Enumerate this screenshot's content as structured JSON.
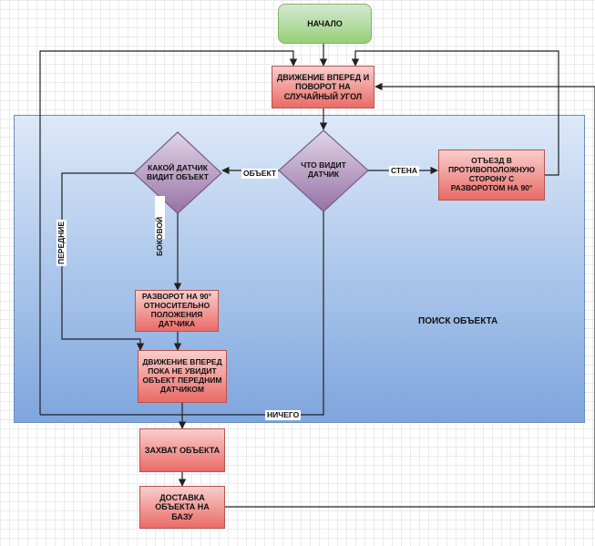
{
  "nodes": {
    "start": "НАЧАЛО",
    "move_forward_turn": "ДВИЖЕНИЕ ВПЕРЕД И ПОВОРОТ НА СЛУЧАЙНЫЙ УГОЛ",
    "what_sees": "ЧТО ВИДИТ ДАТЧИК",
    "which_sensor": "КАКОЙ ДАТЧИК ВИДИТ ОБЪЕКТ",
    "retreat": "ОТЪЕЗД В ПРОТИВОПОЛОЖНУЮ СТОРОНУ С РАЗВОРОТОМ НА 90°",
    "turn_90": "РАЗВОРОТ НА 90° ОТНОСИТЕЛЬНО ПОЛОЖЕНИЯ ДАТЧИКА",
    "move_until_front": "ДВИЖЕНИЕ ВПЕРЕД ПОКА НЕ УВИДИТ ОБЪЕКТ ПЕРЕДНИМ ДАТЧИКОМ",
    "capture": "ЗАХВАТ ОБЪЕКТА",
    "deliver": "ДОСТАВКА ОБЪЕКТА НА БАЗУ"
  },
  "edge_labels": {
    "object": "ОБЪЕКТ",
    "wall": "СТЕНА",
    "side": "БОКОВОЙ",
    "front": "ПЕРЕДНИЕ",
    "nothing": "НИЧЕГО"
  },
  "group_label": "ПОИСК ОБЪЕКТА",
  "colors": {
    "process_fill_top": "#f8cecc",
    "process_fill_bottom": "#ea6b66",
    "process_border": "#b85450",
    "decision_fill_top": "#e1d5e7",
    "decision_fill_bottom": "#9673a6",
    "decision_border": "#7d5b8e",
    "start_fill_top": "#d5e8d4",
    "start_fill_bottom": "#97d077",
    "start_border": "#82b366",
    "group_fill": "#a8c4ea",
    "group_border": "#6c8ebf",
    "edge_color": "#222222"
  }
}
